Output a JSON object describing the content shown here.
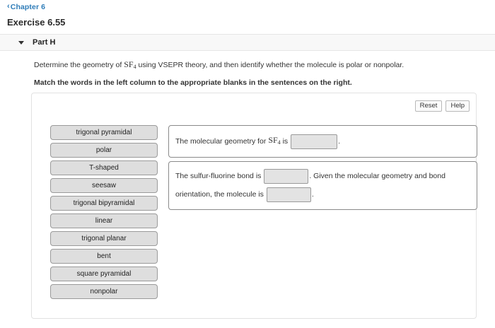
{
  "breadcrumb": {
    "icon": "chevron-left-icon",
    "glyph": "‹",
    "label": "Chapter 6",
    "color": "#2e7cb8"
  },
  "exercise": {
    "title": "Exercise 6.55"
  },
  "part": {
    "caret_icon": "chevron-down-icon",
    "label": "Part H",
    "expanded": true
  },
  "prompt": {
    "line1_before": "Determine the geometry of ",
    "formula": "SF",
    "formula_sub": "4",
    "line1_after": " using VSEPR theory, and then identify whether the molecule is polar or nonpolar.",
    "line2": "Match the words in the left column to the appropriate blanks in the sentences on the right."
  },
  "toolbar": {
    "reset_label": "Reset",
    "help_label": "Help"
  },
  "word_bank": [
    {
      "label": "trigonal pyramidal"
    },
    {
      "label": "polar"
    },
    {
      "label": "T-shaped"
    },
    {
      "label": "seesaw"
    },
    {
      "label": "trigonal bipyramidal"
    },
    {
      "label": "linear"
    },
    {
      "label": "trigonal planar"
    },
    {
      "label": "bent"
    },
    {
      "label": "square pyramidal"
    },
    {
      "label": "nonpolar"
    }
  ],
  "sentences": [
    {
      "id": "molecular-geometry-sentence",
      "seg1": "The molecular geometry for ",
      "formula": "SF",
      "formula_sub": "4",
      "seg2": " is",
      "blank1_value": "",
      "seg3": "."
    },
    {
      "id": "bond-polarity-sentence",
      "seg1": "The sulfur-fluorine bond is",
      "blank1_value": "",
      "seg2": ". Given the molecular geometry and bond orientation, the",
      "seg3": "molecule is",
      "blank2_value": "",
      "seg4": "."
    }
  ],
  "colors": {
    "link": "#2e7cb8",
    "bank_fill": "#dedede",
    "bank_border": "#9a9a9a",
    "blank_fill": "#e3e3e3",
    "panel_border": "#e2e2e2",
    "part_header_bg": "#f8f8f8"
  }
}
